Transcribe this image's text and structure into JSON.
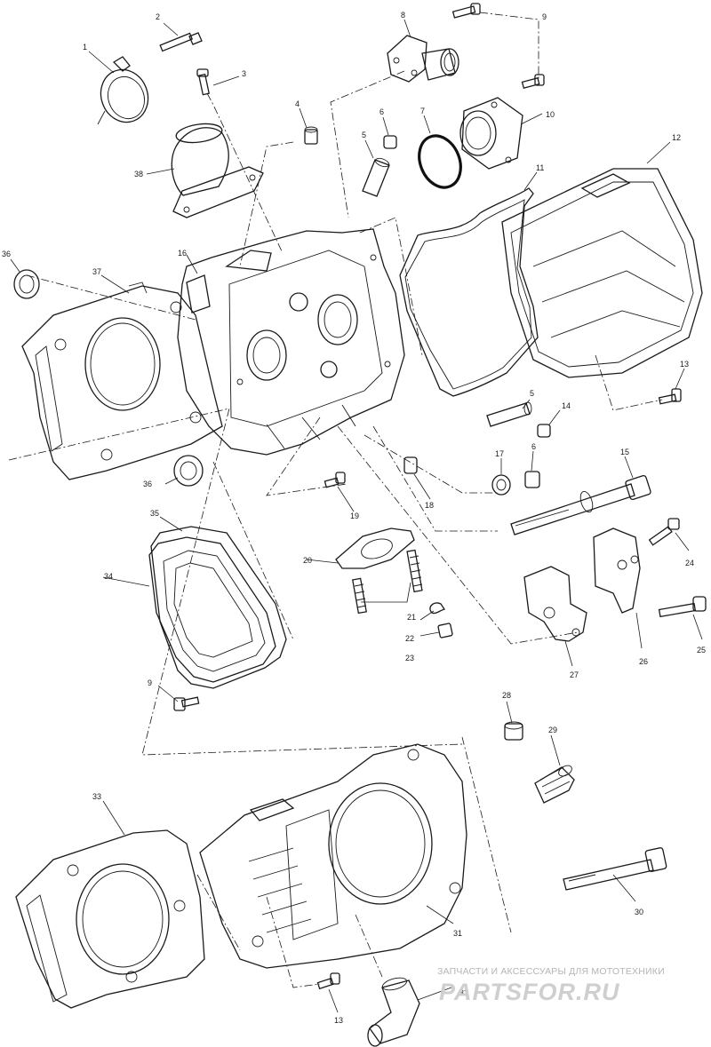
{
  "callouts": [
    "1",
    "2",
    "3",
    "4",
    "5",
    "6",
    "7",
    "8",
    "9",
    "10",
    "11",
    "12",
    "13",
    "14",
    "15",
    "16",
    "17",
    "18",
    "19",
    "20",
    "21",
    "22",
    "23",
    "24",
    "25",
    "26",
    "27",
    "28",
    "29",
    "30",
    "31",
    "32",
    "33",
    "34",
    "35",
    "36",
    "37",
    "38"
  ],
  "callout_5b": "5",
  "callout_6b": "6",
  "callout_9b": "9",
  "callout_13b": "13",
  "callout_36b": "36",
  "watermark": {
    "line1": "ЗАПЧАСТИ И АКСЕССУАРЫ ДЛЯ МОТОТЕХНИКИ",
    "line2": "PARTSFOR.RU"
  },
  "colors": {
    "ink": "#1a1a1a",
    "watermark": "#c8c8c8"
  }
}
